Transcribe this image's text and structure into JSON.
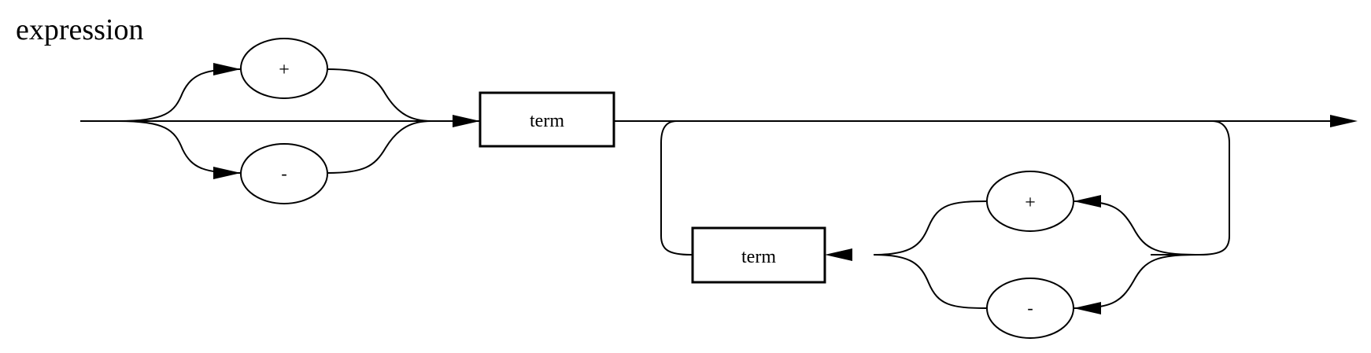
{
  "diagram": {
    "title": "expression",
    "nodes": {
      "term_main": "term",
      "term_loop": "term",
      "plus_prefix": "+",
      "minus_prefix": "-",
      "plus_loop": "+",
      "minus_loop": "-"
    }
  }
}
